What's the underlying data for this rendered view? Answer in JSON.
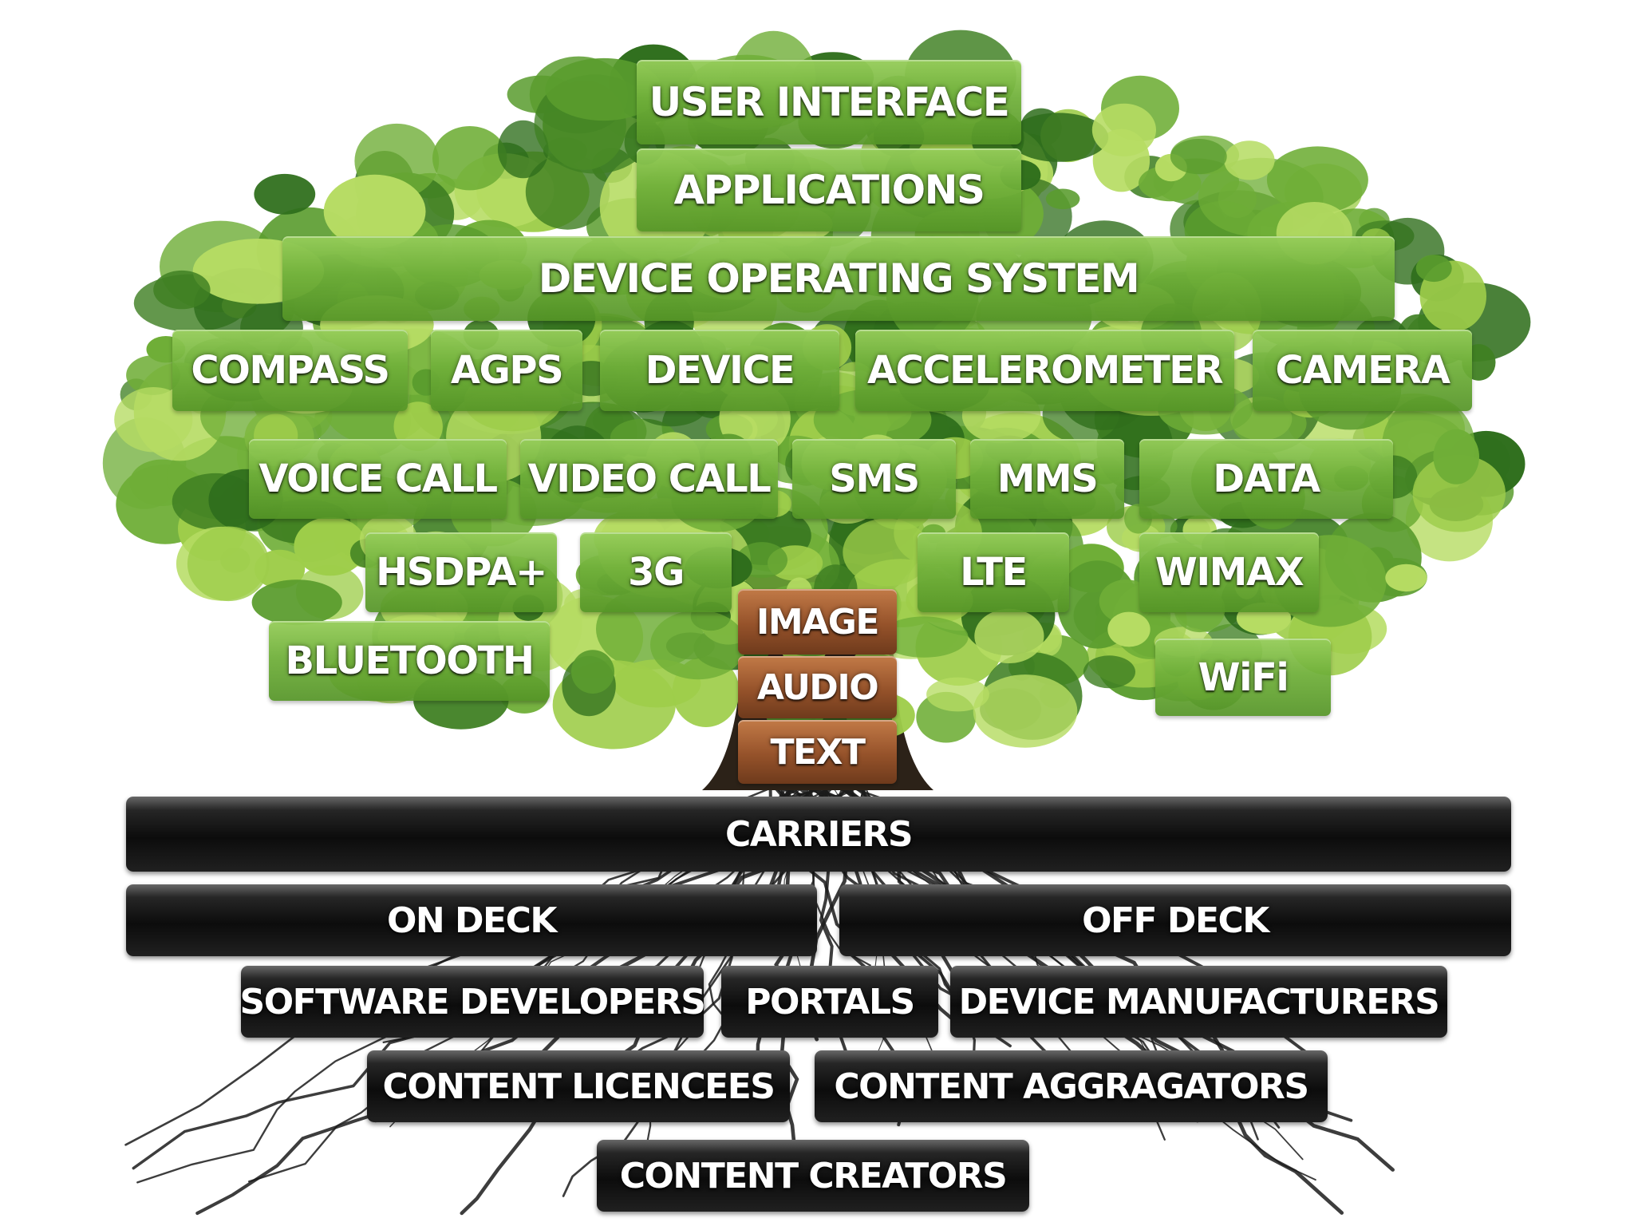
{
  "colors": {
    "leaf_dark": "#2f6e1c",
    "leaf_mid": "#5a9c2e",
    "leaf_light": "#9ecd4a",
    "box_green": "#70b03a",
    "box_brown": "#95522a",
    "box_black": "#111111",
    "root": "#1b1b1b",
    "text": "#ffffff"
  },
  "canopy": {
    "user_interface": "USER INTERFACE",
    "applications": "APPLICATIONS",
    "device_os": "DEVICE OPERATING SYSTEM",
    "compass": "COMPASS",
    "agps": "AGPS",
    "device": "DEVICE",
    "accelerometer": "ACCELEROMETER",
    "camera": "CAMERA",
    "voice_call": "VOICE CALL",
    "video_call": "VIDEO CALL",
    "sms": "SMS",
    "mms": "MMS",
    "data": "DATA",
    "hsdpa": "HSDPA+",
    "three_g": "3G",
    "lte": "LTE",
    "wimax": "WIMAX",
    "bluetooth": "BLUETOOTH",
    "wifi": "WiFi"
  },
  "trunk": {
    "image": "IMAGE",
    "audio": "AUDIO",
    "text": "TEXT"
  },
  "roots": {
    "carriers": "CARRIERS",
    "on_deck": "ON DECK",
    "off_deck": "OFF DECK",
    "software_developers": "SOFTWARE DEVELOPERS",
    "portals": "PORTALS",
    "device_manufacturers": "DEVICE MANUFACTURERS",
    "content_licencees": "CONTENT LICENCEES",
    "content_aggragators": "CONTENT AGGRAGATORS",
    "content_creators": "CONTENT CREATORS"
  }
}
